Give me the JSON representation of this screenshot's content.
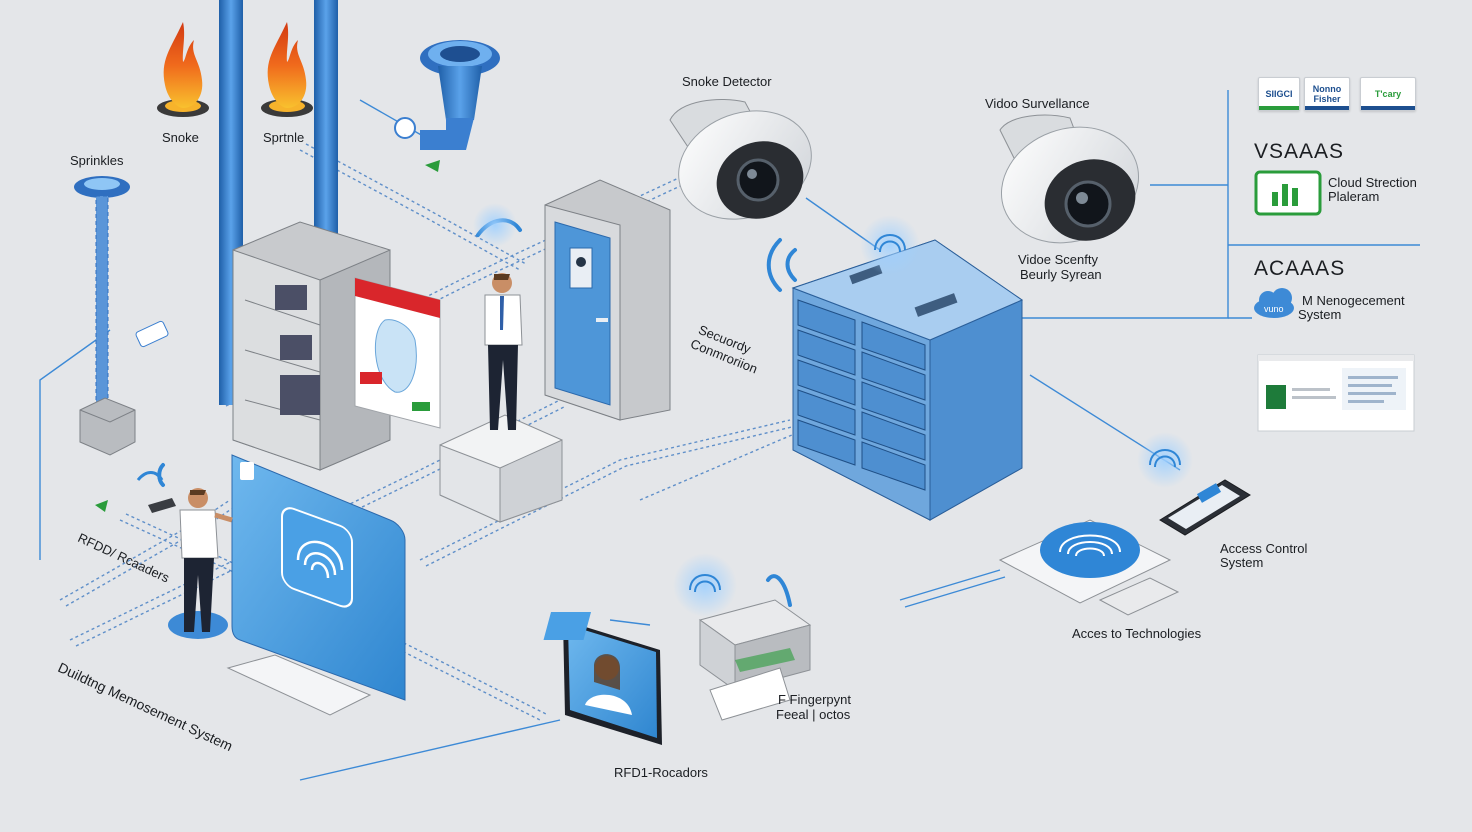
{
  "labels": {
    "smoke": "Snoke",
    "sprinkle": "Sprtnle",
    "sprinkles": "Sprinkles",
    "smoke_detector": "Snoke Detector",
    "video_surveillance": "Vidoo Survellance",
    "video_security_line1": "Vidoe Scenfty",
    "video_security_line2": "Beurly Syrean",
    "vsaas": "VSAAAS",
    "cloud_platform_line1": "Cloud Strection",
    "cloud_platform_line2": "Plaleram",
    "acaaas": "ACAAAS",
    "management_line1": "M Nenogecement",
    "management_line2": "System",
    "security_connection_line1": "Secuordy",
    "security_connection_line2": "Conmroriion",
    "rfid_reader_rotated": "RFDD/ Rcaaders",
    "building_management": "Duildtng Memosement System",
    "access_control_line1": "Access Control",
    "access_control_line2": "System",
    "access_technologies": "Acces to Technologies",
    "fingerprint_line1": "F Fingerpynt",
    "fingerprint_line2": "Feeal | octos",
    "rfid_readers": "RFD1-Rocadors"
  },
  "badges": [
    "SIIGCI",
    "Nonno Fisher",
    "T'cary"
  ],
  "cloud_icon_label": "vuno",
  "colors": {
    "accent_blue": "#3d8ad6",
    "pipe_blue": "#3b7fd0",
    "flame_orange": "#f06a1c",
    "badge_green": "#2a9c3b",
    "badge_blue": "#1d4f8f",
    "alert_red": "#d9262b"
  }
}
